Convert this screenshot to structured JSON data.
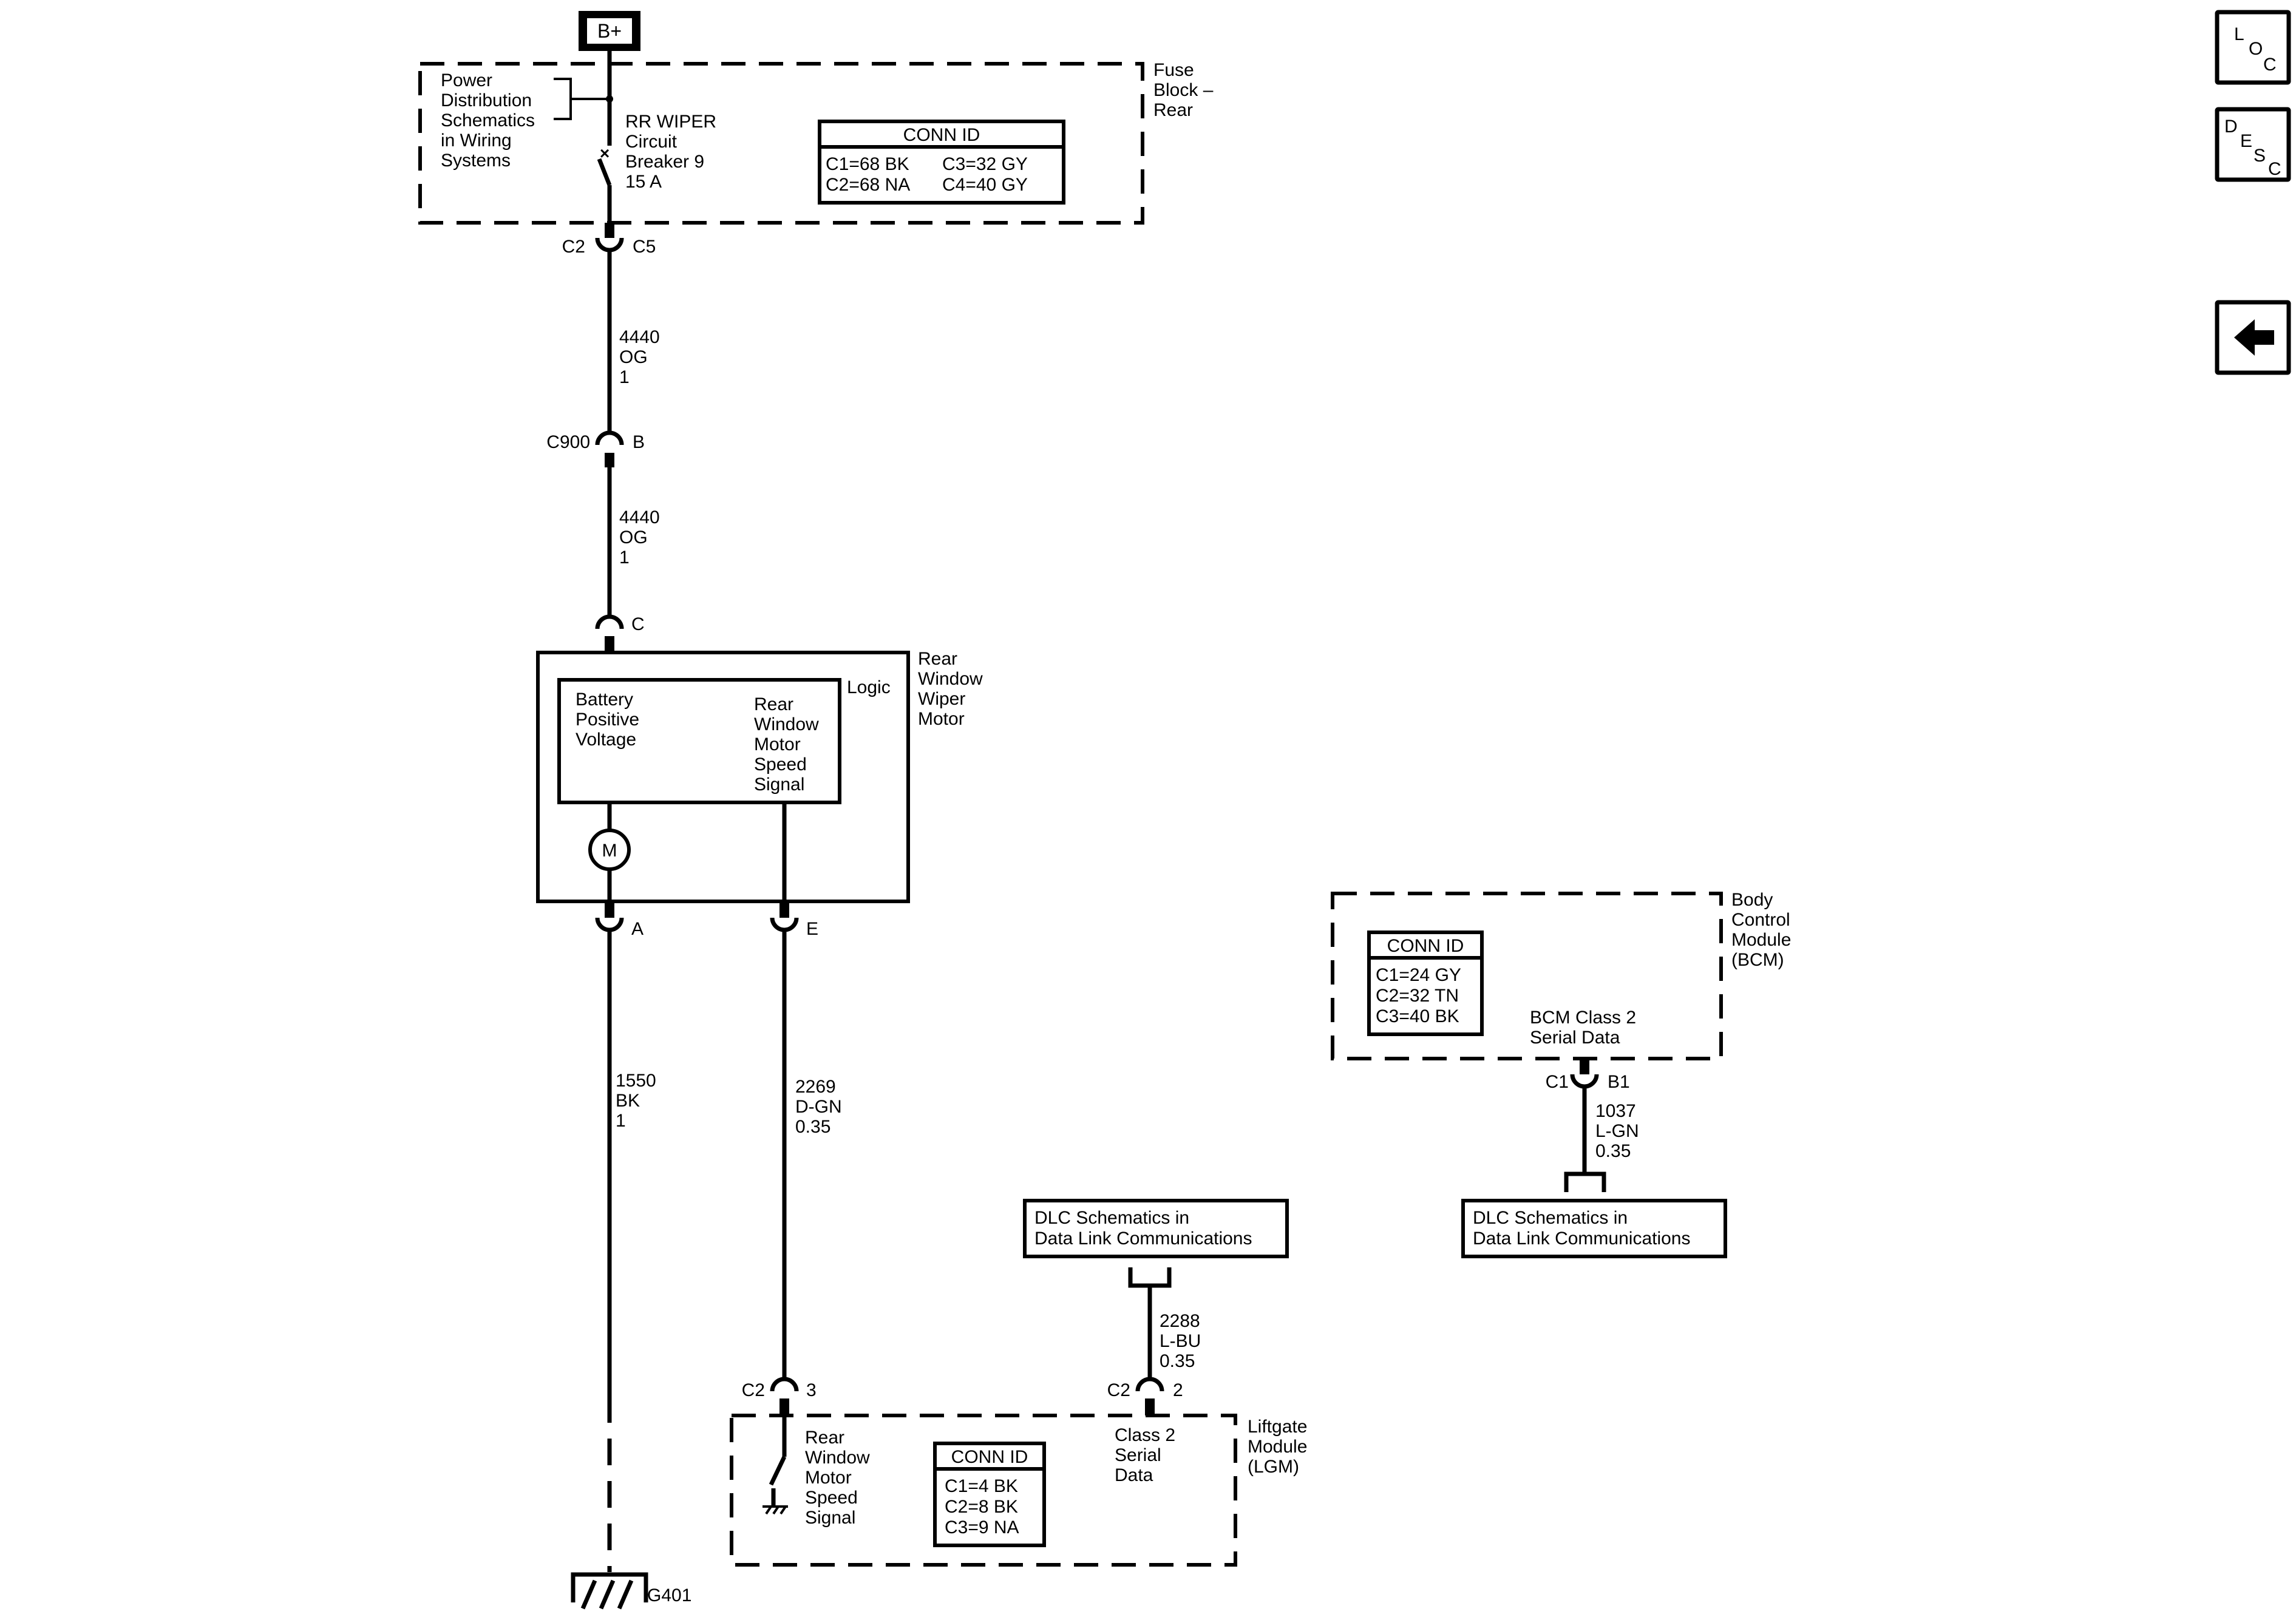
{
  "supply": {
    "label": "B+"
  },
  "fuse_block": {
    "name": [
      "Fuse",
      "Block –",
      "Rear"
    ],
    "power_ref": [
      "Power",
      "Distribution",
      "Schematics",
      "in Wiring",
      "Systems"
    ],
    "breaker": [
      "RR WIPER",
      "Circuit",
      "Breaker 9",
      "15 A"
    ],
    "conn_id": {
      "title": "CONN ID",
      "left": [
        "C1=68 BK",
        "C2=68 NA"
      ],
      "right": [
        "C3=32 GY",
        "C4=40 GY"
      ]
    },
    "out_left": "C2",
    "out_right": "C5"
  },
  "wire_4440_a": [
    "4440",
    "OG",
    "1"
  ],
  "c900": {
    "left": "C900",
    "right": "B"
  },
  "wire_4440_b": [
    "4440",
    "OG",
    "1"
  ],
  "motor": {
    "pin_top": "C",
    "name": [
      "Rear",
      "Window",
      "Wiper",
      "Motor"
    ],
    "logic_label": "Logic",
    "battery_label": [
      "Battery",
      "Positive",
      "Voltage"
    ],
    "speed_label": [
      "Rear",
      "Window",
      "Motor",
      "Speed",
      "Signal"
    ],
    "motor_symbol": "M",
    "pin_a": "A",
    "pin_e": "E"
  },
  "wire_1550": [
    "1550",
    "BK",
    "1"
  ],
  "wire_2269": [
    "2269",
    "D-GN",
    "0.35"
  ],
  "ground": {
    "label": "G401"
  },
  "dlc_left": {
    "lines": [
      "DLC Schematics in",
      "Data Link Communications"
    ]
  },
  "wire_2288": [
    "2288",
    "L-BU",
    "0.35"
  ],
  "lgm": {
    "pin1_left": "C2",
    "pin1_right": "3",
    "pin2_left": "C2",
    "pin2_right": "2",
    "name": [
      "Liftgate",
      "Module",
      "(LGM)"
    ],
    "speed_label": [
      "Rear",
      "Window",
      "Motor",
      "Speed",
      "Signal"
    ],
    "conn_id": {
      "title": "CONN ID",
      "lines": [
        "C1=4 BK",
        "C2=8 BK",
        "C3=9 NA"
      ]
    },
    "class2_label": [
      "Class 2",
      "Serial",
      "Data"
    ]
  },
  "bcm": {
    "name": [
      "Body",
      "Control",
      "Module",
      "(BCM)"
    ],
    "conn_id": {
      "title": "CONN ID",
      "lines": [
        "C1=24 GY",
        "C2=32 TN",
        "C3=40 BK"
      ]
    },
    "serial_label": [
      "BCM Class 2",
      "Serial Data"
    ],
    "pin_left": "C1",
    "pin_right": "B1"
  },
  "wire_1037": [
    "1037",
    "L-GN",
    "0.35"
  ],
  "dlc_right": {
    "lines": [
      "DLC Schematics in",
      "Data Link Communications"
    ]
  },
  "nav": {
    "loc": [
      "L",
      "O",
      "C"
    ],
    "desc": [
      "D",
      "E",
      "S",
      "C"
    ],
    "back_icon": "arrow-left-icon"
  }
}
